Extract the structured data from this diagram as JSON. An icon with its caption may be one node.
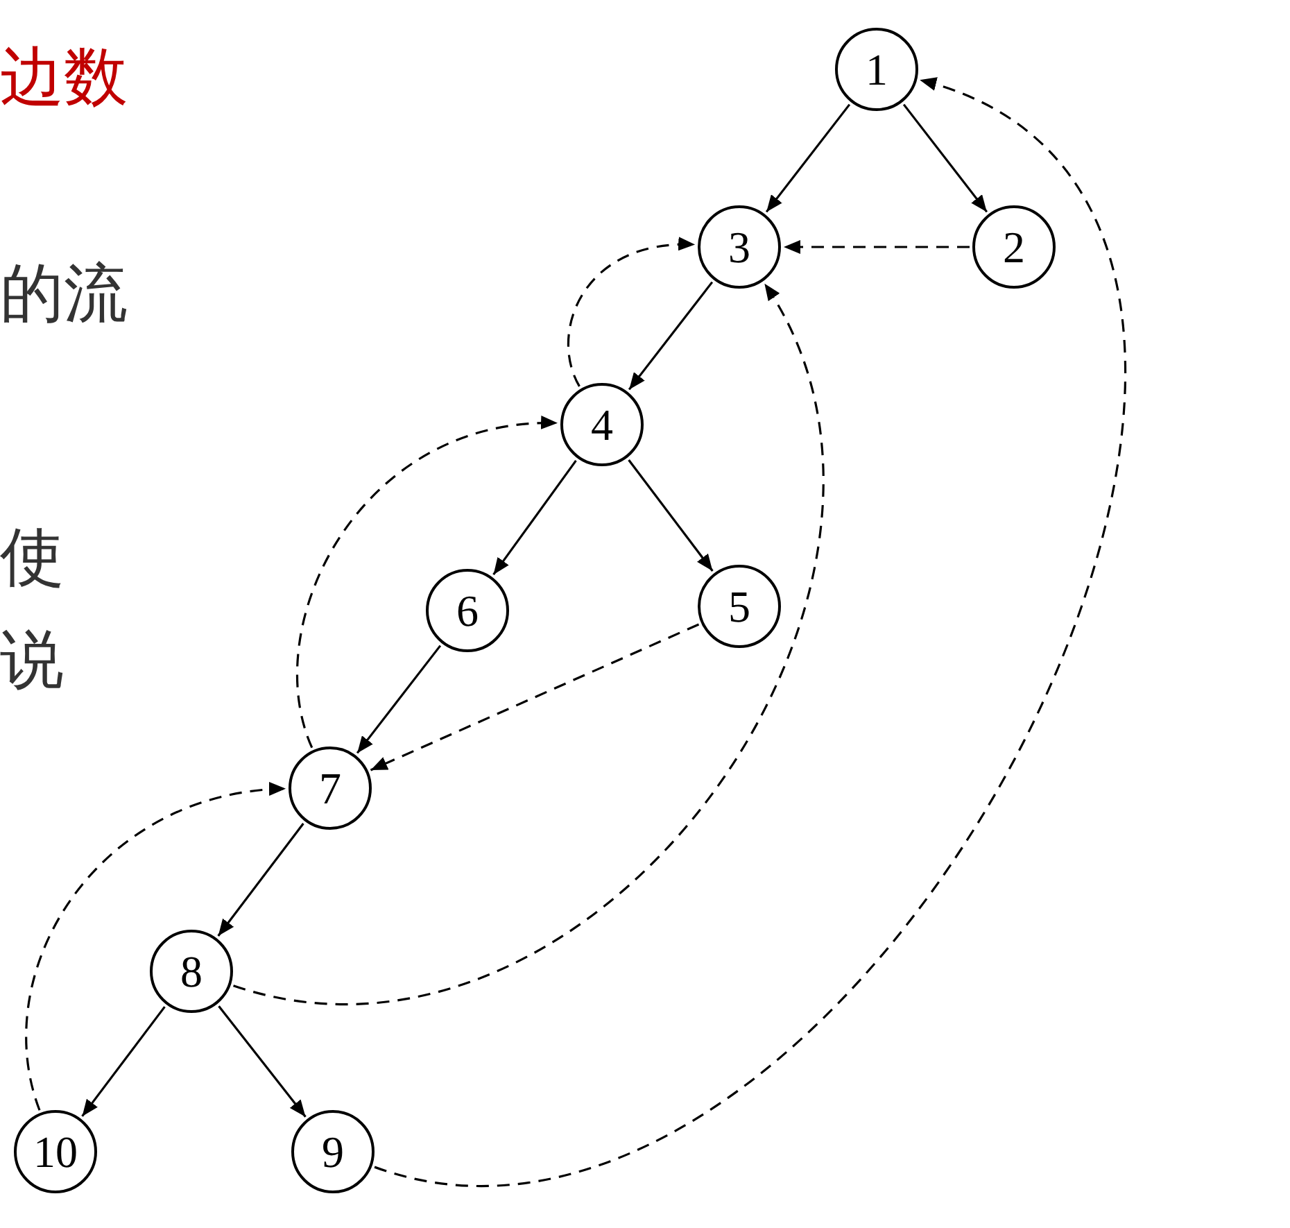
{
  "diagram": {
    "nodes": [
      {
        "text": [
          "1"
        ]
      },
      {
        "text": [
          "2"
        ]
      },
      {
        "text": [
          "3"
        ]
      },
      {
        "text": [
          "4"
        ]
      },
      {
        "text": [
          "5"
        ]
      },
      {
        "text": [
          "6"
        ]
      },
      {
        "text": [
          "7"
        ]
      },
      {
        "text": [
          "8"
        ]
      },
      {
        "text": [
          "9"
        ]
      },
      {
        "text": [
          "10"
        ]
      }
    ],
    "edges": [
      {
        "from": 0,
        "to": 2,
        "arrow": "to"
      },
      {
        "from": 0,
        "to": 1,
        "arrow": "to"
      },
      {
        "from": 2,
        "to": 3,
        "arrow": "to"
      },
      {
        "from": 3,
        "to": 5,
        "arrow": "to"
      },
      {
        "from": 3,
        "to": 4,
        "arrow": "to"
      },
      {
        "from": 5,
        "to": 6,
        "arrow": "to"
      },
      {
        "from": 6,
        "to": 7,
        "arrow": "to"
      },
      {
        "from": 7,
        "to": 9,
        "arrow": "to"
      },
      {
        "from": 7,
        "to": 8,
        "arrow": "to"
      },
      {
        "from": 1,
        "to": 2,
        "arrow": "to",
        "style": "dashed"
      },
      {
        "from": 3,
        "to": 2,
        "arrow": "to",
        "style": "dashed"
      },
      {
        "from": 6,
        "to": 3,
        "arrow": "to",
        "style": "dashed"
      },
      {
        "from": 4,
        "to": 6,
        "arrow": "to",
        "style": "dashed"
      },
      {
        "from": 9,
        "to": 6,
        "arrow": "to",
        "style": "dashed"
      },
      {
        "from": 7,
        "to": 2,
        "arrow": "to",
        "style": "dashed"
      },
      {
        "from": 8,
        "to": 0,
        "arrow": "to",
        "style": "dashed"
      }
    ],
    "labels": [
      "边数",
      "的流",
      "使",
      "说"
    ]
  }
}
